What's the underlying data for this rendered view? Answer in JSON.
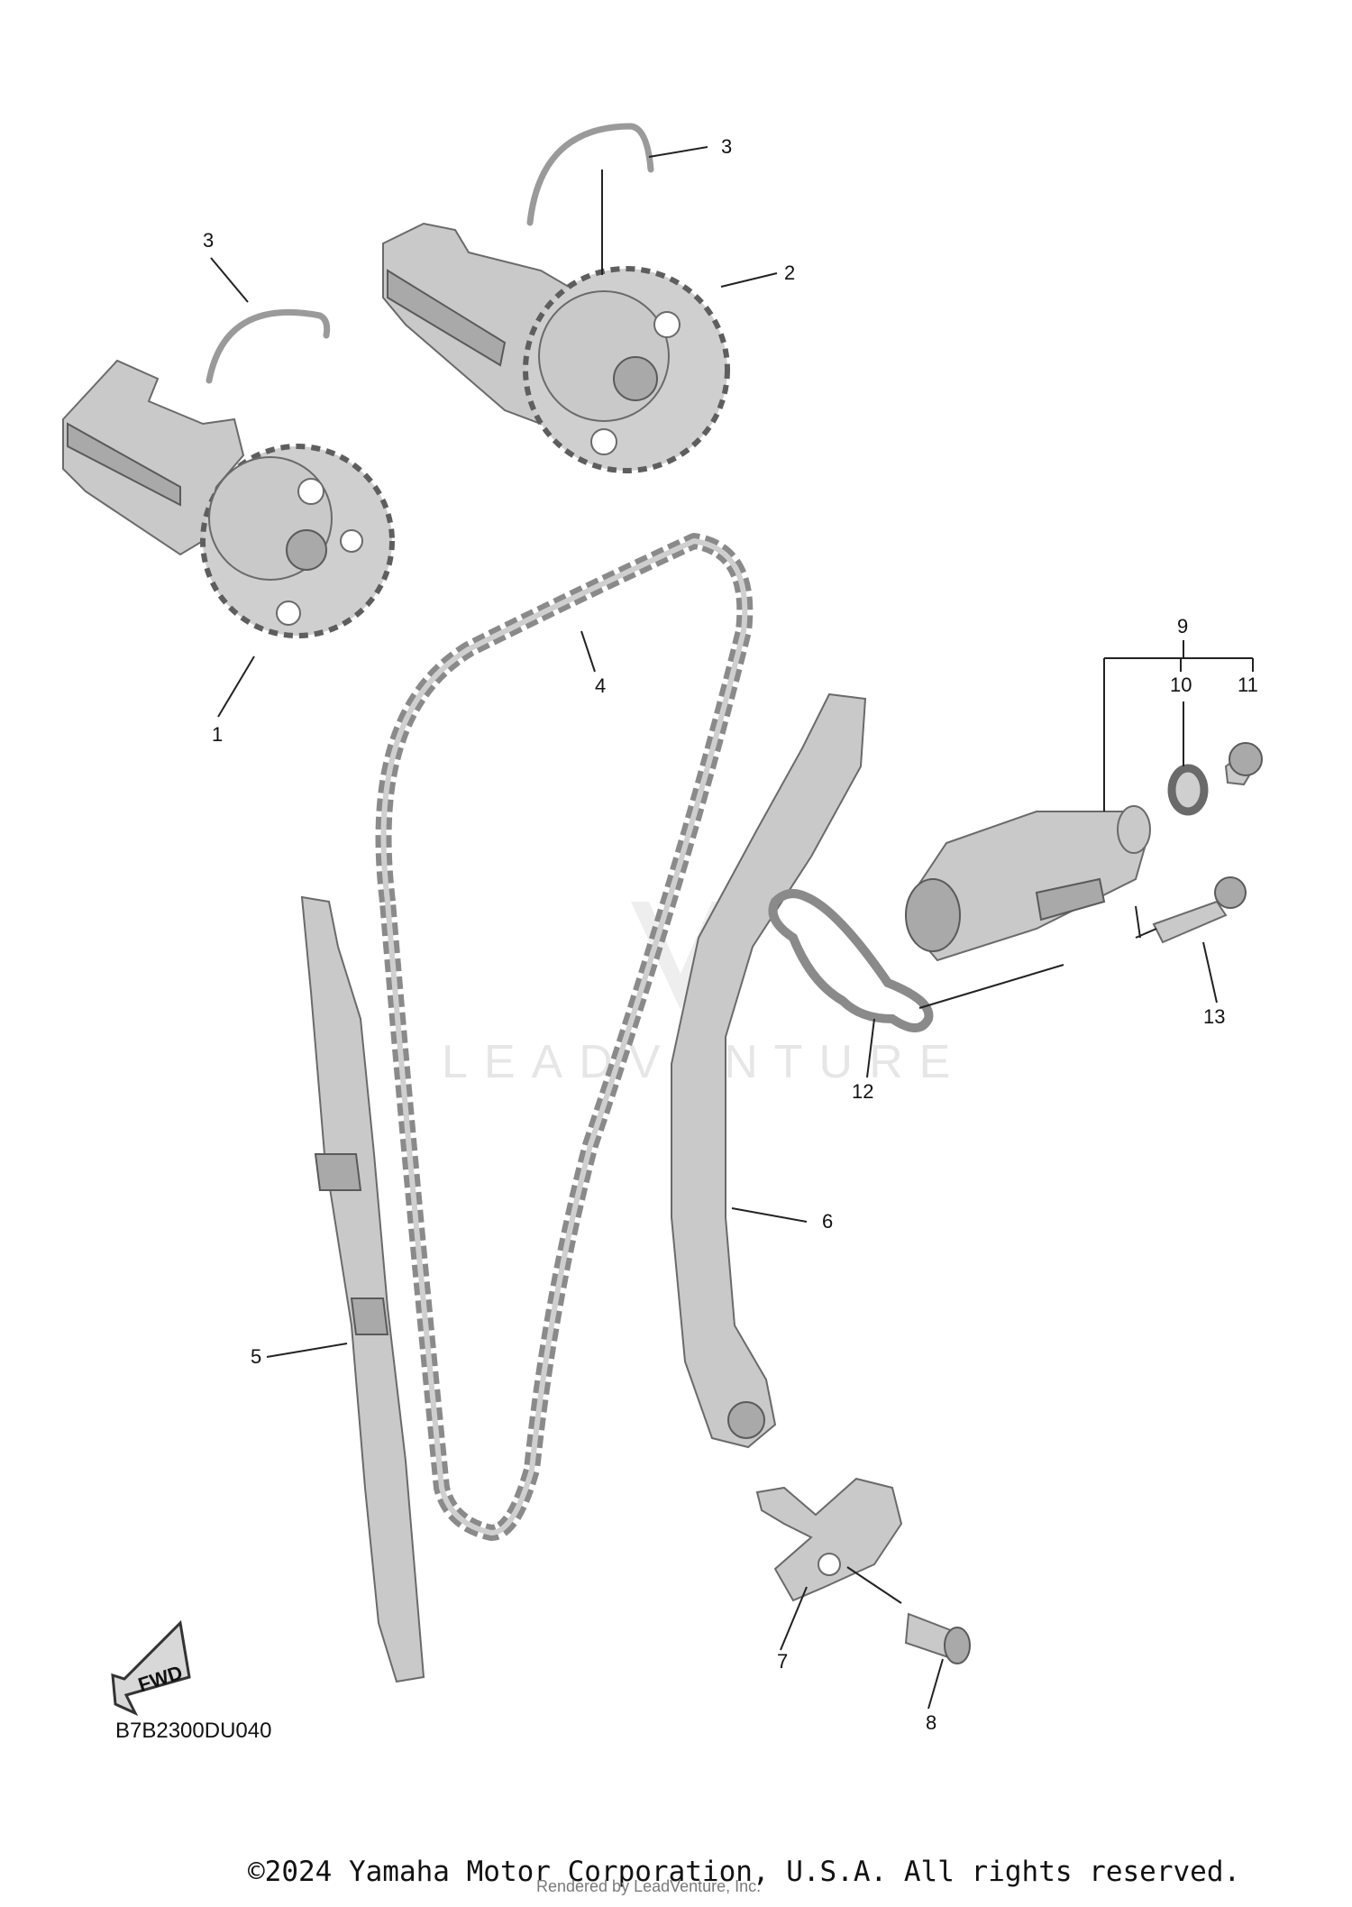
{
  "diagram_code": "B7B2300DU040",
  "fwd_badge": "FWD",
  "watermark": "LEADVENTURE",
  "copyright": "©2024 Yamaha Motor Corporation, U.S.A. All rights reserved.",
  "rendered_by": "Rendered by LeadVenture, Inc.",
  "callouts": [
    {
      "id": "1",
      "text": "1"
    },
    {
      "id": "2",
      "text": "2"
    },
    {
      "id": "3a",
      "text": "3"
    },
    {
      "id": "3b",
      "text": "3"
    },
    {
      "id": "4",
      "text": "4"
    },
    {
      "id": "5",
      "text": "5"
    },
    {
      "id": "6",
      "text": "6"
    },
    {
      "id": "7",
      "text": "7"
    },
    {
      "id": "8",
      "text": "8"
    },
    {
      "id": "9",
      "text": "9"
    },
    {
      "id": "10",
      "text": "10"
    },
    {
      "id": "11",
      "text": "11"
    },
    {
      "id": "12",
      "text": "12"
    },
    {
      "id": "13",
      "text": "13"
    }
  ],
  "colors": {
    "part_fill": "#c9c9c9",
    "outline": "#6a6a6a",
    "text": "#111111"
  }
}
